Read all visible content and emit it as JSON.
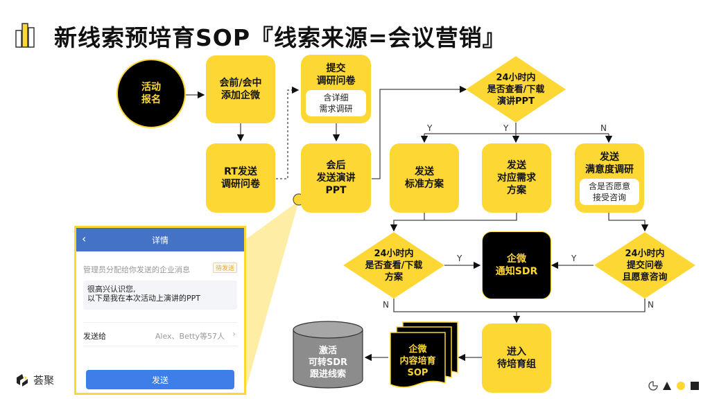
{
  "header": {
    "title": "新线索预培育SOP『线索来源=会议营销』",
    "icon": "bar-chart-icon"
  },
  "colors": {
    "accent": "#fdd835",
    "dark": "#000000",
    "grey_db": "#8c8c8c",
    "phone_header": "#4472c4",
    "phone_button": "#3e7ee8"
  },
  "nodes": {
    "signup": {
      "lines": [
        "活动",
        "报名"
      ]
    },
    "add_wecom": {
      "lines": [
        "会前/会中",
        "添加企微"
      ]
    },
    "rt_send_survey": {
      "lines": [
        "RT发送",
        "调研问卷"
      ]
    },
    "submit_survey": {
      "lines": [
        "提交",
        "调研问卷"
      ],
      "sub": [
        "含详细",
        "需求调研"
      ]
    },
    "send_ppt": {
      "lines": [
        "会后",
        "发送演讲",
        "PPT"
      ]
    },
    "check_ppt": {
      "lines": [
        "24小时内",
        "是否查看/下载",
        "演讲PPT"
      ]
    },
    "send_standard": {
      "lines": [
        "发送",
        "标准方案"
      ]
    },
    "send_matching": {
      "lines": [
        "发送",
        "对应需求",
        "方案"
      ]
    },
    "send_satisfaction": {
      "lines": [
        "发送",
        "满意度调研"
      ],
      "sub": [
        "含是否愿意",
        "接受咨询"
      ]
    },
    "check_plan": {
      "lines": [
        "24小时内",
        "是否查看/下载",
        "方案"
      ]
    },
    "notify_sdr": {
      "lines": [
        "企微",
        "通知SDR"
      ]
    },
    "survey_consult": {
      "lines": [
        "24小时内",
        "提交问卷",
        "且愿意咨询"
      ]
    },
    "nurture_group": {
      "lines": [
        "进入",
        "待培育组"
      ]
    },
    "content_sop": {
      "lines": [
        "企微",
        "内容培育",
        "SOP"
      ]
    },
    "activate": {
      "lines": [
        "激活",
        "可转SDR",
        "跟进线索"
      ]
    }
  },
  "edge_labels": {
    "y1": "Y",
    "y2": "Y",
    "n1": "N",
    "y3": "Y",
    "y4": "Y",
    "n2": "N",
    "n3": "N"
  },
  "phone": {
    "title": "详情",
    "back": "‹",
    "subtitle": "管理员分配给你发送的企业消息",
    "badge": "待发送",
    "message_line1": "很高兴认识您,",
    "message_line2": "以下是我在本次活动上演讲的PPT",
    "send_to_label": "发送给",
    "send_to_value": "Alex、Betty等57人",
    "chevron": "›",
    "send_button": "发送"
  },
  "footer": {
    "brand": "荟聚",
    "shapes": [
      "pie-icon",
      "triangle-icon",
      "circle-icon",
      "square-icon"
    ]
  }
}
